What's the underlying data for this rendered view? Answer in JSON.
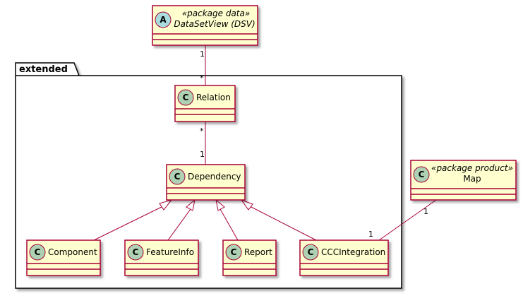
{
  "package": {
    "name": "extended"
  },
  "classes": {
    "dsv": {
      "kind": "abstract",
      "icon_letter": "A",
      "stereotype": "«package data»",
      "name": "DataSetView (DSV)"
    },
    "map": {
      "kind": "class",
      "icon_letter": "C",
      "stereotype": "«package product»",
      "name": "Map"
    },
    "relation": {
      "kind": "class",
      "icon_letter": "C",
      "name": "Relation"
    },
    "dependency": {
      "kind": "class",
      "icon_letter": "C",
      "name": "Dependency"
    },
    "component": {
      "kind": "class",
      "icon_letter": "C",
      "name": "Component"
    },
    "featureinfo": {
      "kind": "class",
      "icon_letter": "C",
      "name": "FeatureInfo"
    },
    "report": {
      "kind": "class",
      "icon_letter": "C",
      "name": "Report"
    },
    "cccintegration": {
      "kind": "class",
      "icon_letter": "C",
      "name": "CCCIntegration"
    }
  },
  "associations": {
    "dsv_relation": {
      "from": "DataSetView (DSV)",
      "to": "Relation",
      "from_mult": "1",
      "to_mult": "*"
    },
    "relation_dependency": {
      "from": "Relation",
      "to": "Dependency",
      "from_mult": "*",
      "to_mult": "1"
    },
    "map_ccc": {
      "from": "Map",
      "to": "CCCIntegration",
      "from_mult": "1",
      "to_mult": "1"
    }
  },
  "generalizations": [
    {
      "child": "Component",
      "parent": "Dependency"
    },
    {
      "child": "FeatureInfo",
      "parent": "Dependency"
    },
    {
      "child": "Report",
      "parent": "Dependency"
    },
    {
      "child": "CCCIntegration",
      "parent": "Dependency"
    }
  ],
  "colors": {
    "class_fill": "#FEFECE",
    "class_border": "#A80036",
    "class_icon": "#ADD1B2",
    "abstract_icon": "#A9DCDF",
    "edge": "#A80036"
  }
}
